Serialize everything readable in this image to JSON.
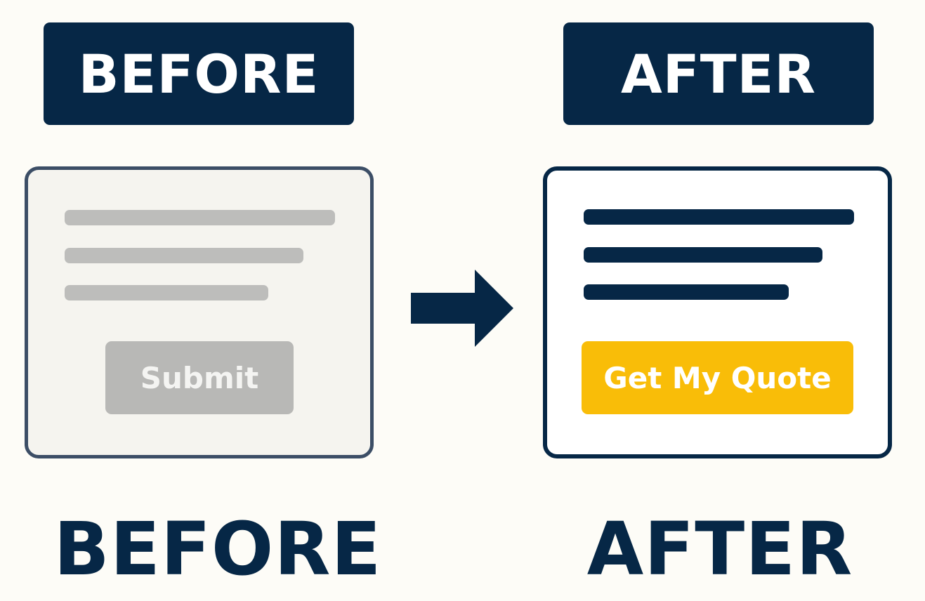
{
  "colors": {
    "navy": "#062746",
    "background": "#fdfcf7",
    "muted_gray": "#bdbdbb",
    "accent_yellow": "#f9bd08"
  },
  "before": {
    "label": "BEFORE",
    "button_label": "Submit",
    "caption": "BEFORE"
  },
  "after": {
    "label": "AFTER",
    "button_label": "Get My Quote",
    "caption": "AFTER"
  },
  "arrow": {
    "icon": "right-arrow-icon"
  }
}
